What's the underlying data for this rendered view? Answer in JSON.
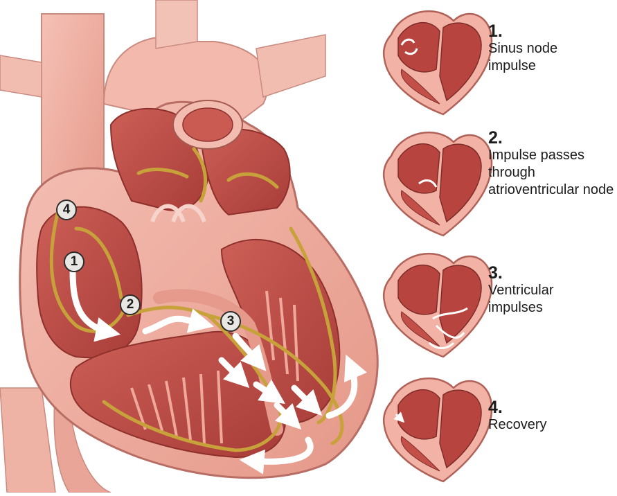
{
  "markers": [
    "1",
    "2",
    "3",
    "4"
  ],
  "steps": [
    {
      "number": "1.",
      "text": "Sinus node impulse"
    },
    {
      "number": "2.",
      "text": "Impulse passes through atrioventricular node"
    },
    {
      "number": "3.",
      "text": "Ventricular impulses"
    },
    {
      "number": "4.",
      "text": "Recovery"
    }
  ],
  "colors": {
    "muscle": "#d97d72",
    "chamber": "#b84a44",
    "outer": "#f0b0a4",
    "conduction": "#c7a23a",
    "arrow": "#ffffff"
  }
}
